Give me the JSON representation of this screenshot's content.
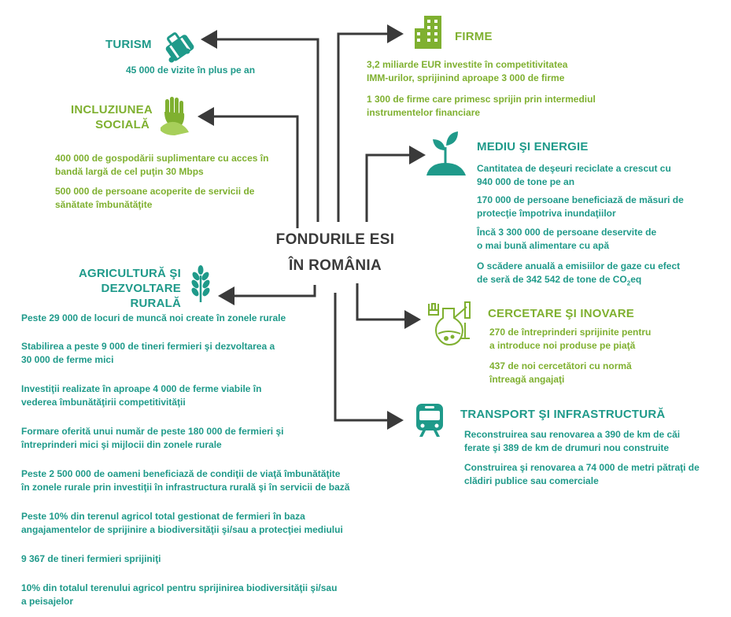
{
  "center": {
    "line1": "FONDURILE ESI",
    "line2": "ÎN ROMÂNIA"
  },
  "colors": {
    "teal": "#1f9a8a",
    "green": "#7fb030",
    "arrow": "#3a3a3a"
  },
  "sections": {
    "turism": {
      "icon": "luggage-icon",
      "title": "TURISM",
      "items": [
        "45 000 de vizite în plus pe an"
      ]
    },
    "incluziune": {
      "icon": "helping-hands-icon",
      "title_line1": "INCLUZIUNEA",
      "title_line2": "SOCIALĂ",
      "items": [
        "400 000 de gospodării suplimentare cu acces în",
        "bandă largă de cel puţin 30 Mbps",
        "500 000 de persoane acoperite de servicii de",
        "sănătate îmbunătăţite"
      ]
    },
    "agricultura": {
      "icon": "wheat-icon",
      "title_line1": "AGRICULTURĂ ŞI",
      "title_line2": "DEZVOLTARE RURALĂ",
      "items": [
        "Peste 29 000 de locuri de muncă noi create în zonele rurale",
        "Stabilirea a peste 9 000 de tineri fermieri şi dezvoltarea a",
        "30 000 de ferme mici",
        "Investiţii realizate în aproape 4 000 de ferme viabile în",
        "vederea îmbunătăţirii competitivităţii",
        "Formare oferită unui număr de peste 180 000 de fermieri şi",
        "întreprinderi mici şi mijlocii din zonele rurale",
        "Peste 2 500 000 de oameni beneficiază de condiţii de viaţă îmbunătăţite",
        "în zonele rurale prin investiţii în infrastructura rurală şi în servicii de bază",
        "Peste 10% din terenul agricol total gestionat de fermieri în baza",
        "angajamentelor de sprijinire a biodiversităţii şi/sau a protecţiei mediului",
        "9 367 de tineri fermieri sprijiniţi",
        "10% din totalul terenului agricol pentru sprijinirea biodiversităţii şi/sau",
        "a peisajelor"
      ]
    },
    "firme": {
      "icon": "office-building-icon",
      "title": "FIRME",
      "items": [
        "3,2 miliarde EUR investite în competitivitatea",
        "IMM-urilor, sprijinind aproape 3 000 de firme",
        "1 300 de firme care primesc sprijin prin intermediul",
        "instrumentelor financiare"
      ]
    },
    "mediu": {
      "icon": "sprout-icon",
      "title": "MEDIU ŞI ENERGIE",
      "items": [
        "Cantitatea de deşeuri reciclate a crescut cu",
        "940 000 de tone pe an",
        "170 000 de persoane beneficiază de măsuri de",
        "protecţie împotriva inundaţiilor",
        "Încă 3 300 000 de persoane deservite de",
        "o mai bună alimentare cu apă",
        "O scădere anuală a emisiilor de gaze cu efect",
        "de seră de 342 542 de tone de CO",
        "2",
        "eq"
      ]
    },
    "cercetare": {
      "icon": "laboratory-flask-icon",
      "title": "CERCETARE ŞI INOVARE",
      "items": [
        "270 de întreprinderi sprijinite pentru",
        "a introduce noi produse pe piaţă",
        "437 de noi cercetători cu normă",
        "întreagă angajaţi"
      ]
    },
    "transport": {
      "icon": "train-icon",
      "title": "TRANSPORT ŞI INFRASTRUCTURĂ",
      "items": [
        "Reconstruirea sau renovarea a 390 de km de căi",
        "ferate şi 389 de km de drumuri nou construite",
        "Construirea şi renovarea a 74 000 de metri pătraţi de",
        "clădiri publice sau comerciale"
      ]
    }
  }
}
